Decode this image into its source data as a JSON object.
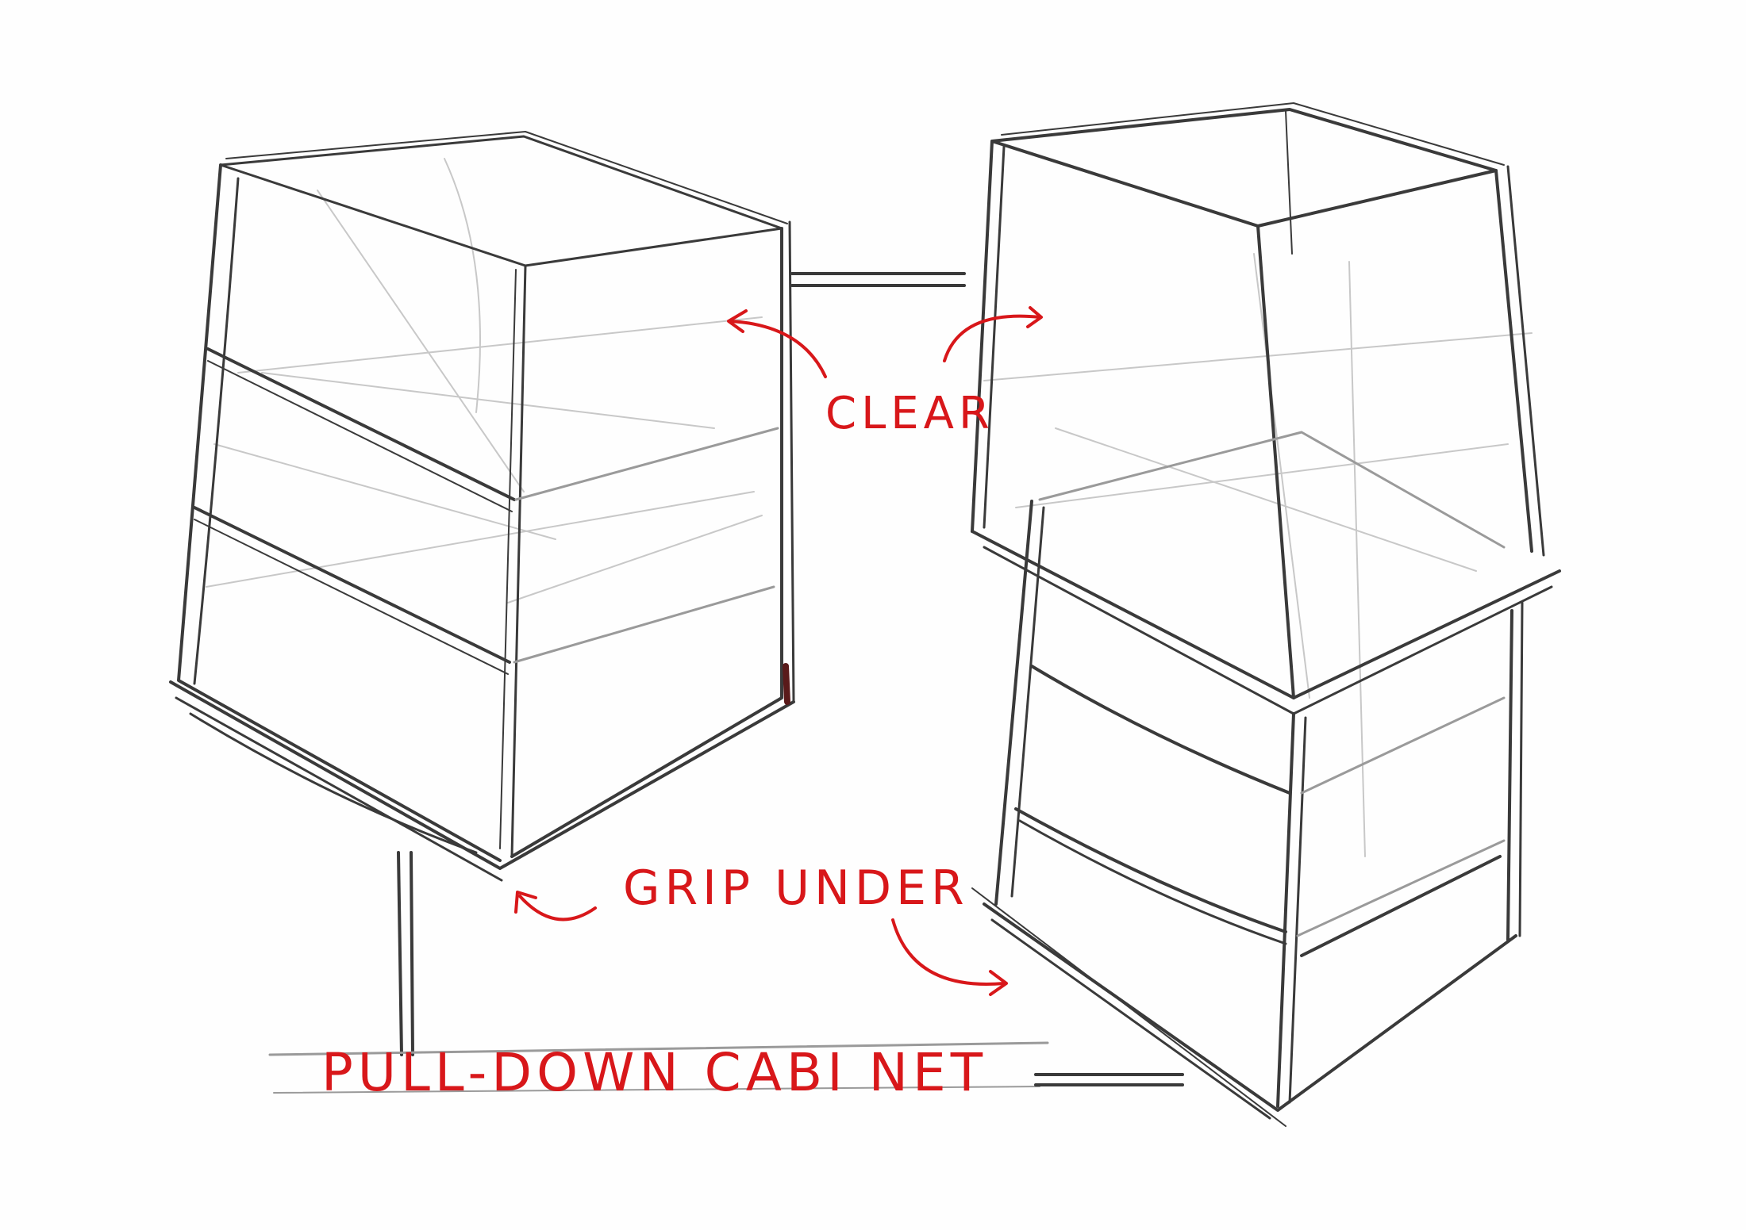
{
  "annotations": {
    "clear": "CLEAR",
    "grip_under": "GRIP UNDER",
    "title": "PULL-DOWN CABI NET"
  },
  "colors": {
    "pencil": "#3a3a3a",
    "annotation_red": "#d8171a",
    "paper": "#fefefe"
  }
}
